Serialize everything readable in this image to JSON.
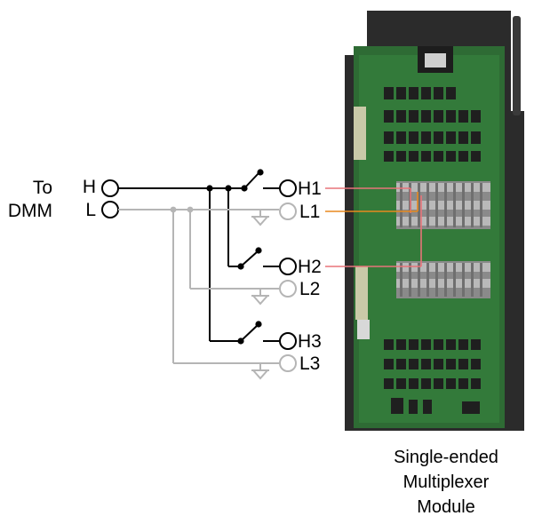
{
  "dmm_label_line1": "To",
  "dmm_label_line2": "DMM",
  "dmm_terminals": {
    "high": "H",
    "low": "L"
  },
  "channels": [
    {
      "high": "H1",
      "low": "L1"
    },
    {
      "high": "H2",
      "low": "L2"
    },
    {
      "high": "H3",
      "low": "L3"
    }
  ],
  "module_caption": [
    "Single-ended",
    "Multiplexer",
    "Module"
  ],
  "colors": {
    "high_wire": "#000000",
    "low_wire": "#b5b5b5",
    "h_jumper": "#e8747a",
    "l_jumper": "#e8891e",
    "board": "#2e6b34",
    "housing": "#2b2b2b"
  }
}
